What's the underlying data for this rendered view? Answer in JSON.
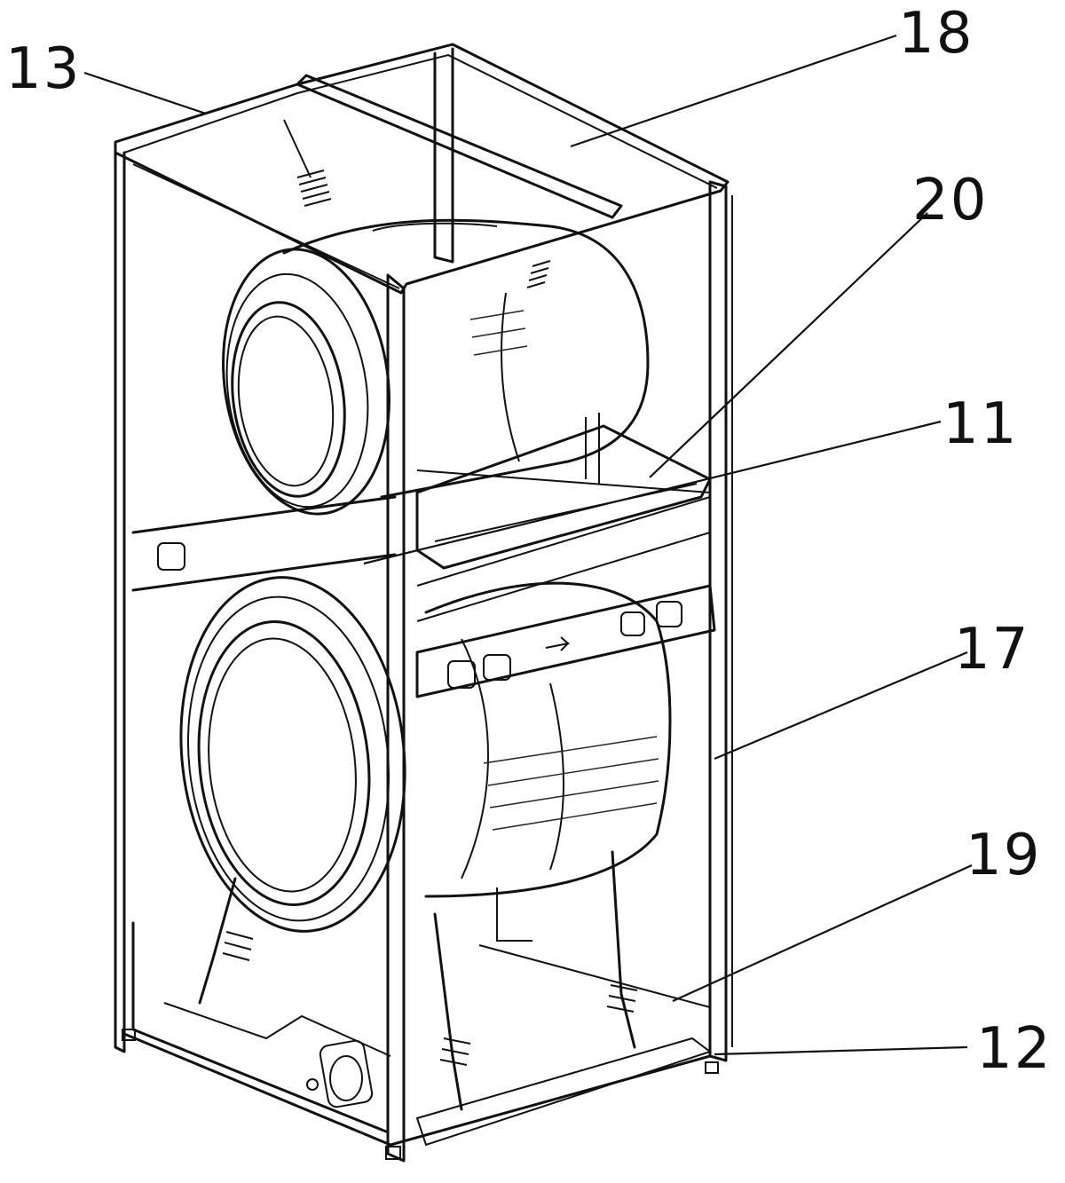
{
  "labels": {
    "l13": "13",
    "l18": "18",
    "l20": "20",
    "l11": "11",
    "l17": "17",
    "l19": "19",
    "l12": "12"
  }
}
